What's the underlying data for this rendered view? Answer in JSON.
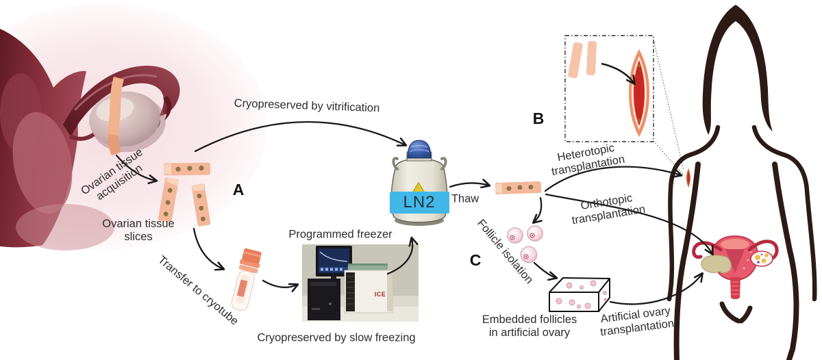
{
  "panel_labels": {
    "a": "A",
    "b": "B",
    "c": "C"
  },
  "labels": {
    "acquisition": {
      "line1": "Ovarian tissue",
      "line2": "acquisition"
    },
    "slices": {
      "line1": "Ovarian tissue",
      "line2": "slices"
    },
    "transfer": {
      "line1": "Transfer to cryotube"
    },
    "programmed_freezer": {
      "line1": "Programmed freezer"
    },
    "slow_freezing": {
      "line1": "Cryopreserved by slow freezing"
    },
    "vitrification": {
      "line1": "Cryopreserved by vitrification"
    },
    "thaw": {
      "line1": "Thaw"
    },
    "heterotopic": {
      "line1": "Heterotopic",
      "line2": "transplantation"
    },
    "orthotopic": {
      "line1": "Orthotopic",
      "line2": "transplantation"
    },
    "follicle_isolation": {
      "line1": "Follicle isolation"
    },
    "embedded": {
      "line1": "Embedded follicles",
      "line2": "in artificial ovary"
    },
    "artificial_ovary": {
      "line1": "Artificial ovary",
      "line2": "transplantation"
    }
  },
  "equipment": {
    "ln2_tank_label": "LN2",
    "freezer_logo": "ICE"
  },
  "colors": {
    "tissue_strip": "#f2b494",
    "tissue_dot": "#8a7348",
    "arrow": "#1a1a1a",
    "ln2_band": "#41b7e9",
    "ln2_cap": "#3a5ea8",
    "body_outline": "#2b1b14",
    "uterus_pink": "#e85a6e",
    "incision_red": "#d6231f",
    "graft_tan": "#cfc39b",
    "follicle_pink": "#f3bec8",
    "anatomy_maroon": "#7d2836"
  }
}
